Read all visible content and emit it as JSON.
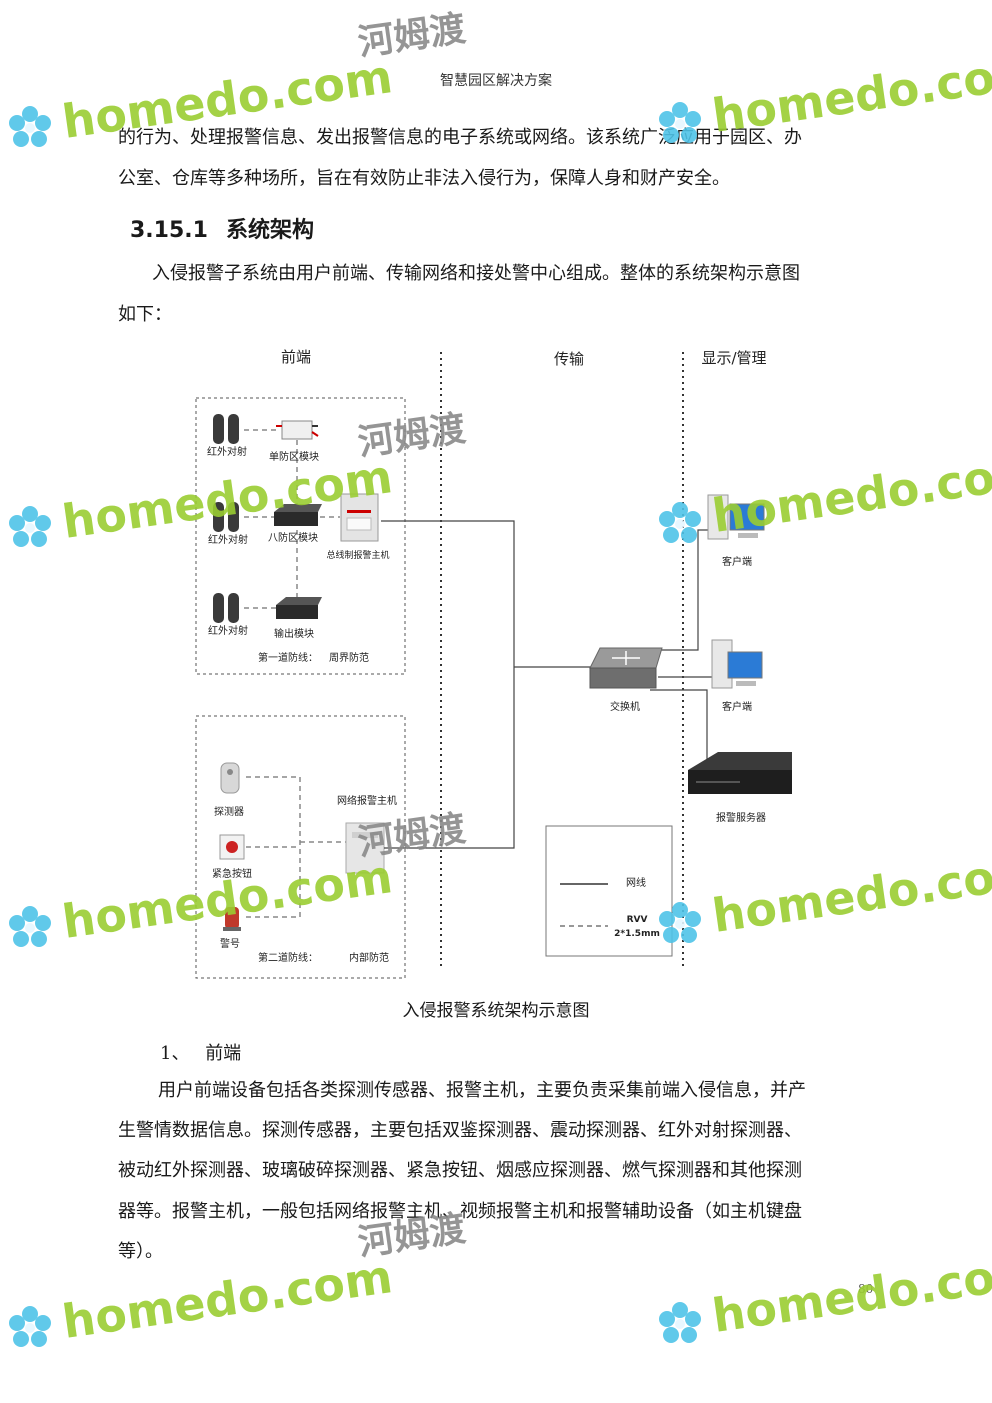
{
  "header": {
    "title": "智慧园区解决方案"
  },
  "intro": {
    "line1": "的行为、处理报警信息、发出报警信息的电子系统或网络。该系统广泛应用于园区、办",
    "line2": "公室、仓库等多种场所，旨在有效防止非法入侵行为，保障人身和财产安全。"
  },
  "section": {
    "number": "3.15.1",
    "title": "系统架构"
  },
  "section_text": {
    "line1": "入侵报警子系统由用户前端、传输网络和接处警中心组成。整体的系统架构示意图",
    "line2": "如下："
  },
  "diagram": {
    "columns": {
      "front": "前端",
      "transmission": "传输",
      "display": "显示/管理"
    },
    "zone1": {
      "ir1": "红外对射",
      "single_module": "单防区模块",
      "ir2": "红外对射",
      "eight_module": "八防区模块",
      "bus_host": "总线制报警主机",
      "ir3": "红外对射",
      "output_module": "输出模块",
      "line_label": "第一道防线：",
      "line_name": "周界防范"
    },
    "zone2": {
      "detector": "探测器",
      "network_host": "网络报警主机",
      "emergency_button": "紧急按钮",
      "siren": "警号",
      "line_label": "第二道防线：",
      "line_name": "内部防范"
    },
    "switch": "交换机",
    "client1": "客户端",
    "client2": "客户端",
    "server": "报警服务器",
    "legend": {
      "network_cable": "网线",
      "rvv": "RVV",
      "rvv_spec": "2*1.5mm"
    }
  },
  "caption": "入侵报警系统架构示意图",
  "subsection": {
    "number": "1、",
    "title": "前端"
  },
  "body": {
    "line1": "用户前端设备包括各类探测传感器、报警主机，主要负责采集前端入侵信息，并产",
    "line2": "生警情数据信息。探测传感器，主要包括双鉴探测器、震动探测器、红外对射探测器、",
    "line3": "被动红外探测器、玻璃破碎探测器、紧急按钮、烟感应探测器、燃气探测器和其他探测",
    "line4": "器等。报警主机，一般包括网络报警主机、视频报警主机和报警辅助设备（如主机键盘",
    "line5": "等）。"
  },
  "page_number": "80",
  "watermark": {
    "site": "homedo.com",
    "brand": "河姆渡"
  },
  "colors": {
    "watermark_green": "#9acd32",
    "flower_blue": "#4fc3e8"
  }
}
